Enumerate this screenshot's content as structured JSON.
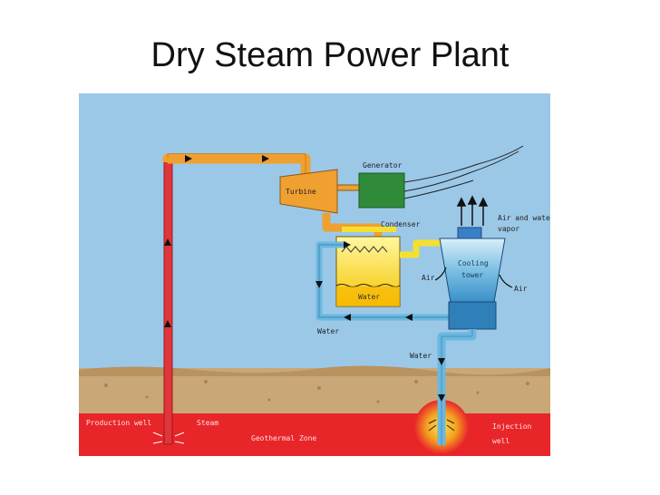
{
  "slide": {
    "title": "Dry Steam Power Plant"
  },
  "diagram": {
    "labels": {
      "generator": "Generator",
      "turbine": "Turbine",
      "condenser": "Condenser",
      "air_and_water": "Air and water",
      "vapor": "vapor",
      "cooling": "Cooling",
      "tower": "tower",
      "air_left": "Air",
      "air_right": "Air",
      "water_tank": "Water",
      "water_pipe": "Water",
      "water_injection": "Water",
      "production_well": "Production well",
      "steam": "Steam",
      "geothermal_zone": "Geothermal Zone",
      "injection": "Injection",
      "well": "well"
    },
    "colors": {
      "sky": "#9cc8e8",
      "ground": "#c9a777",
      "geothermal": "#e8262a",
      "steam_pipe": "#f0a030",
      "production_pipe": "#e0353a",
      "generator": "#2f8a3a",
      "condenser_pipe": "#f5e030",
      "cooling_tower": "#5aaad8",
      "water_pipe": "#6ab8e0"
    }
  }
}
